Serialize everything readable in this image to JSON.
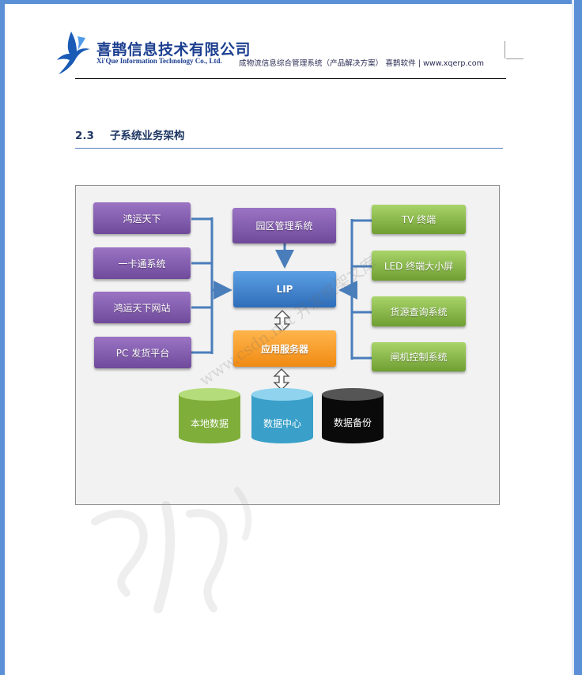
{
  "header": {
    "company_cn": "喜鹊信息技术有限公司",
    "company_en": "Xi'Que Information Technology Co., Ltd.",
    "tagline": "成物流信息综合管理系统（产品解决方案） 喜鹊软件 | www.xqerp.com"
  },
  "section": {
    "number": "2.3",
    "title": "子系统业务架构"
  },
  "diagram": {
    "left_nodes": [
      "鸿运天下",
      "一卡通系统",
      "鸿运天下网站",
      "PC 发货平台"
    ],
    "top_node": "园区管理系统",
    "center_node": "LIP",
    "server_node": "应用服务器",
    "right_nodes": [
      "TV 终端",
      "LED 终端大小屏",
      "货源查询系统",
      "闸机控制系统"
    ],
    "databases": [
      "本地数据",
      "数据中心",
      "数据备份"
    ]
  },
  "watermark": {
    "text": "www.csdn.net 开发框架文库"
  },
  "colors": {
    "purple": "#7e57ab",
    "green": "#8bbb45",
    "blue": "#3d7cc9",
    "orange": "#f7a02b",
    "connector": "#4a7ebb",
    "heading": "#1f3864",
    "frame": "#5b8fd6"
  }
}
